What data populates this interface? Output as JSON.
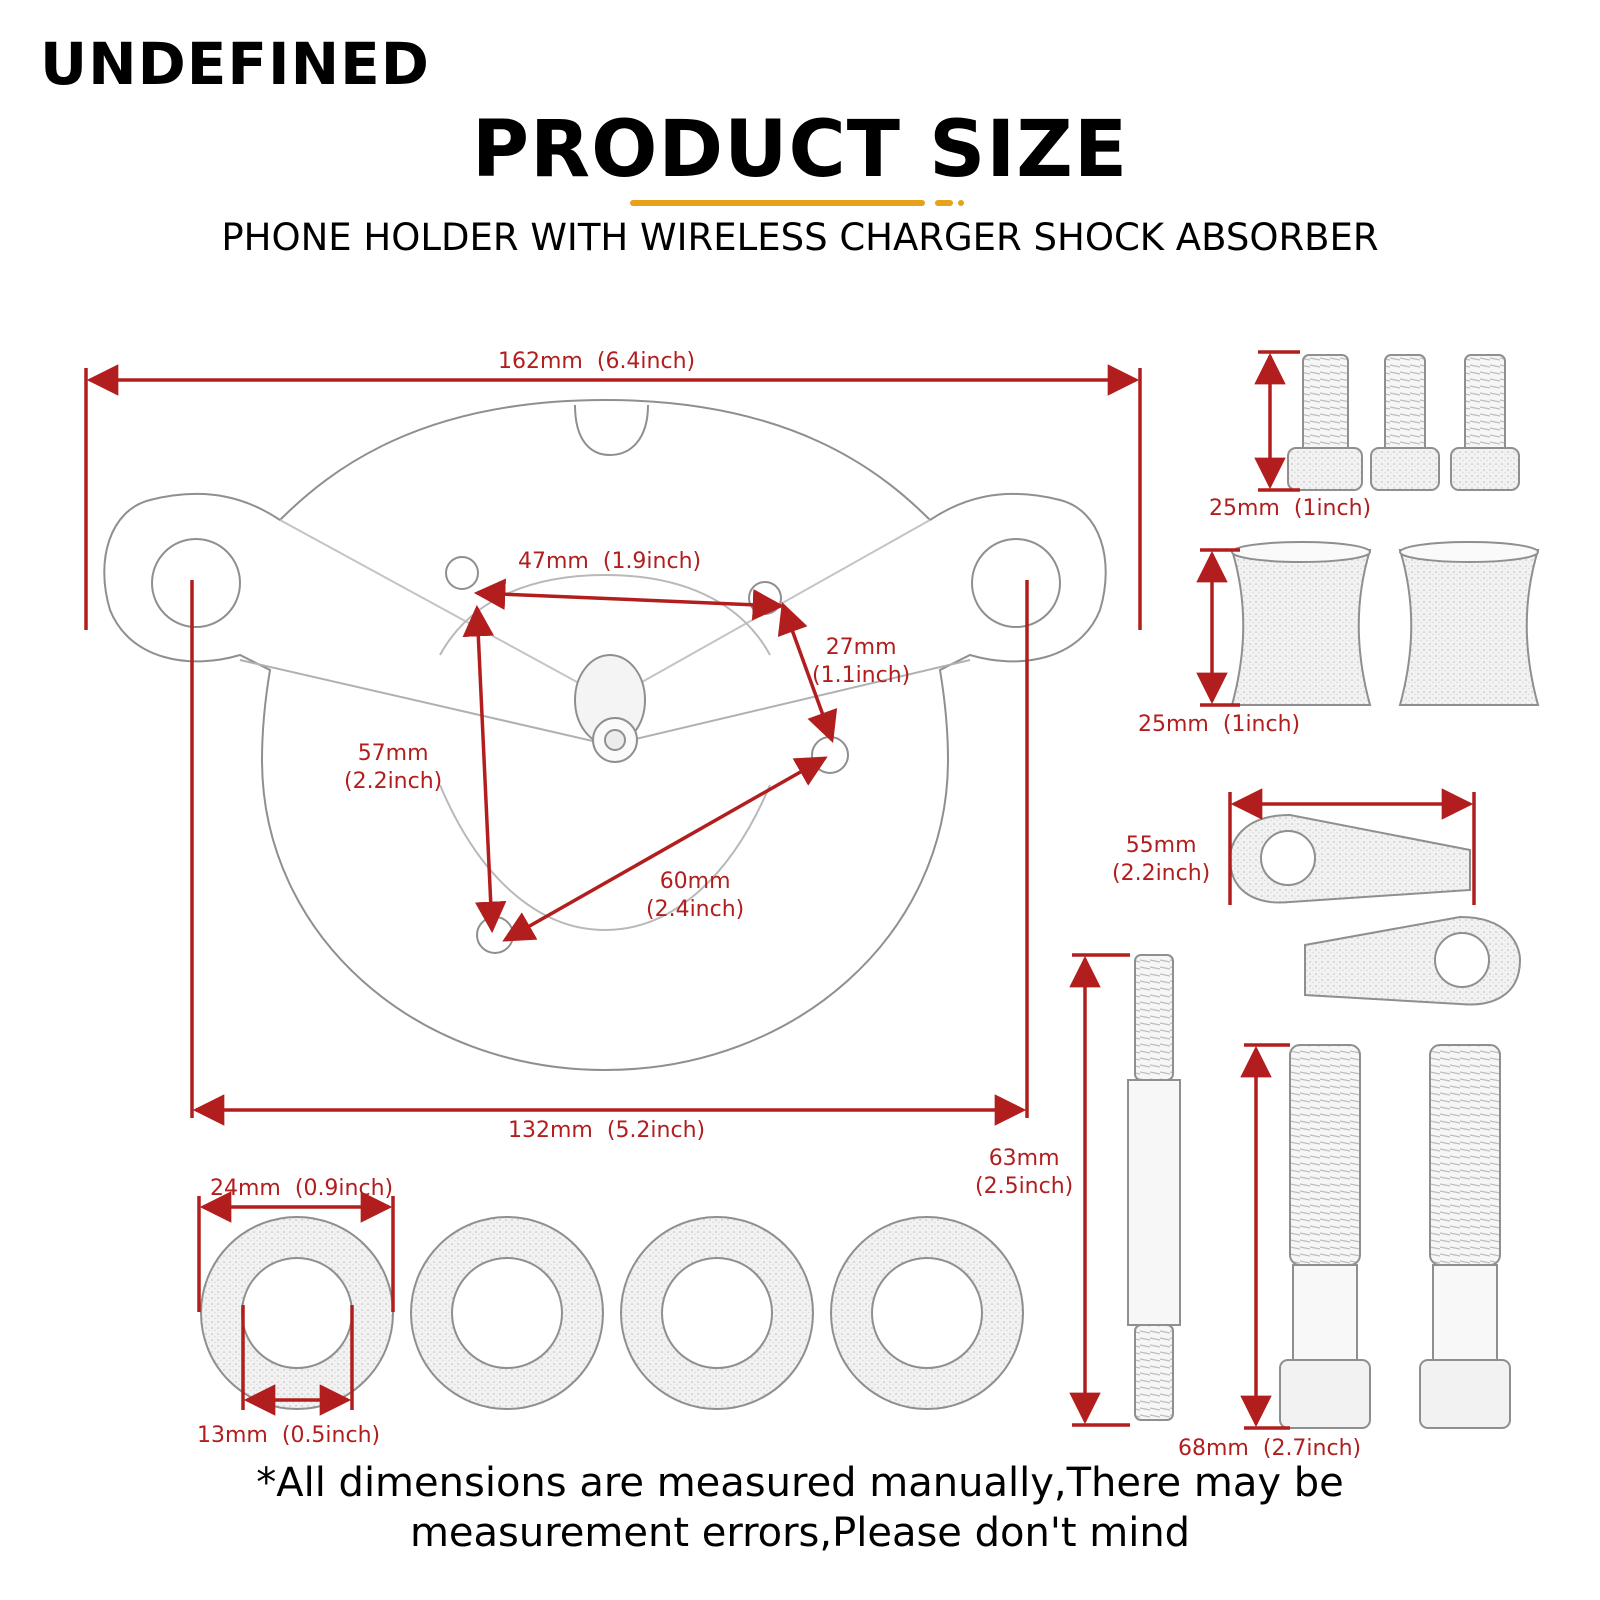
{
  "brand": "UNDEFINED",
  "title": "PRODUCT SIZE",
  "subtitle": "PHONE HOLDER WITH WIRELESS CHARGER SHOCK ABSORBER",
  "colors": {
    "accent": "#e7a11a",
    "dimension": "#b21e1e",
    "text": "#000000",
    "line_art": "#9a9a9a"
  },
  "dimensions": {
    "plate_width": {
      "mm": "162mm",
      "inch": "(6.4inch)"
    },
    "hole_47": {
      "mm": "47mm",
      "inch": "(1.9inch)"
    },
    "hole_27": {
      "mm": "27mm",
      "inch": "(1.1inch)"
    },
    "hole_57": {
      "mm": "57mm",
      "inch": "(2.2inch)"
    },
    "hole_60": {
      "mm": "60mm",
      "inch": "(2.4inch)"
    },
    "mount_span": {
      "mm": "132mm",
      "inch": "(5.2inch)"
    },
    "screw": {
      "mm": "25mm",
      "inch": "(1inch)"
    },
    "spacer": {
      "mm": "25mm",
      "inch": "(1inch)"
    },
    "tab": {
      "mm": "55mm",
      "inch": "(2.2inch)"
    },
    "stud": {
      "mm": "63mm",
      "inch": "(2.5inch)"
    },
    "bolt": {
      "mm": "68mm",
      "inch": "(2.7inch)"
    },
    "washer_outer": {
      "mm": "24mm",
      "inch": "(0.9inch)"
    },
    "washer_inner": {
      "mm": "13mm",
      "inch": "(0.5inch)"
    }
  },
  "footnote": {
    "line1": "*All dimensions are measured manually,There may be",
    "line2": "measurement errors,Please don't mind"
  }
}
